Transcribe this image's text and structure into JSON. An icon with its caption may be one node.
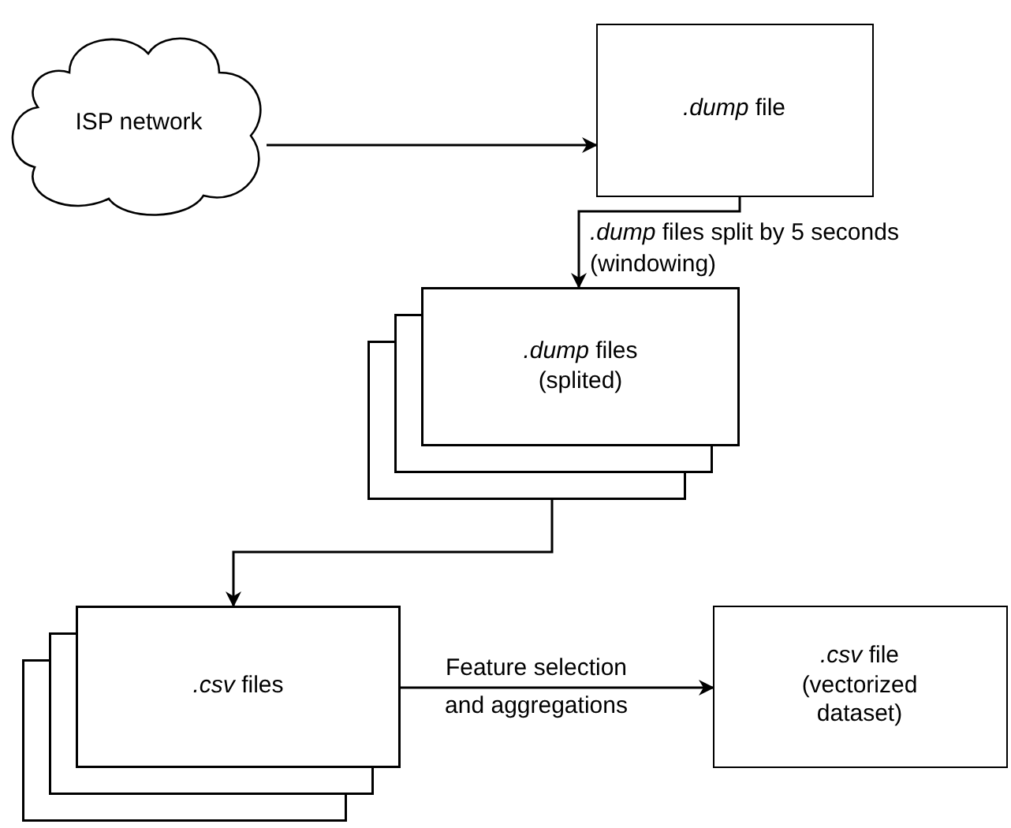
{
  "diagram": {
    "nodes": [
      {
        "text": [
          "ISP network"
        ]
      },
      {
        "text": [
          "*.dump* file"
        ]
      },
      {
        "text": [
          "*.dump* files (splited)"
        ]
      },
      {
        "text": [
          "*.csv* files"
        ]
      },
      {
        "text": [
          "*.csv* file (vectorized dataset)"
        ]
      }
    ],
    "edges": [
      {
        "from": 0,
        "to": 1,
        "arrow": "to"
      },
      {
        "from": 1,
        "to": 2,
        "arrow": "to",
        "label": "*.dump* files split by 5 seconds (windowing)"
      },
      {
        "from": 2,
        "to": 3,
        "arrow": "to"
      },
      {
        "from": 3,
        "to": 4,
        "arrow": "to",
        "label": "Feature selection and aggregations"
      }
    ]
  }
}
